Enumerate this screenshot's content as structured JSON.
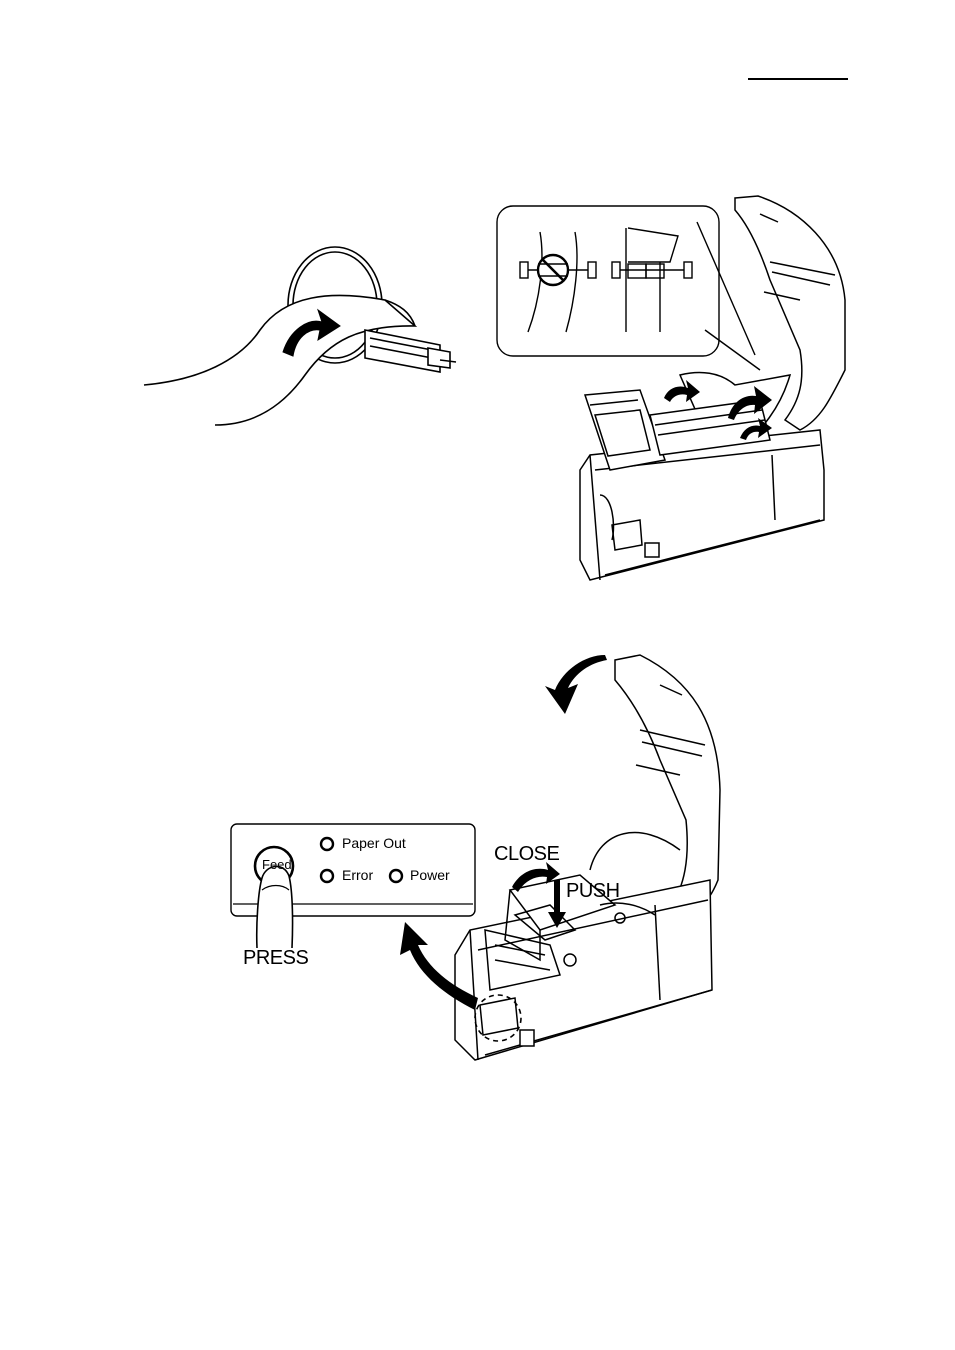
{
  "panel": {
    "feed_button_text": "Feed",
    "indicators": [
      {
        "label": "Paper Out"
      },
      {
        "label": "Error"
      },
      {
        "label": "Power"
      }
    ]
  },
  "callouts": {
    "press": "PRESS",
    "close": "CLOSE",
    "push": "PUSH"
  }
}
